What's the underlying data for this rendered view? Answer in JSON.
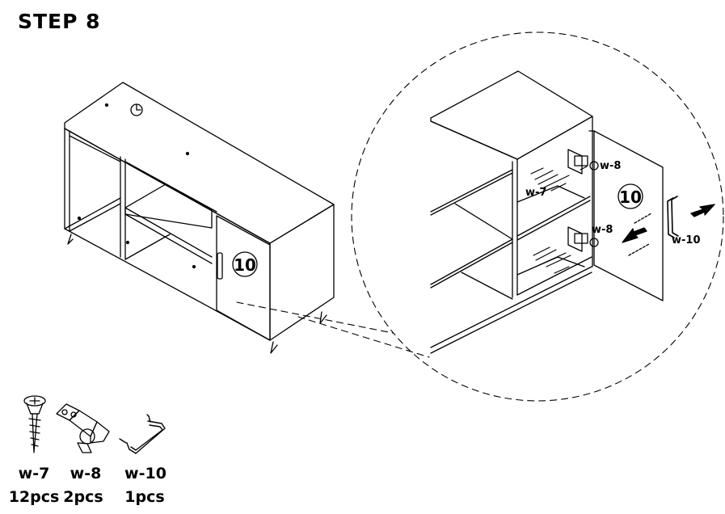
{
  "step": {
    "title": "STEP 8"
  },
  "main_view": {
    "panel_number": "10"
  },
  "detail_view": {
    "panel_number": "10",
    "callouts": {
      "hinge_upper": "w-8",
      "screws_upper": "w-7",
      "hinge_lower": "w-8",
      "handle": "w-10"
    }
  },
  "parts": [
    {
      "code": "w-7",
      "quantity": "12pcs",
      "icon": "screw-icon"
    },
    {
      "code": "w-8",
      "quantity": "2pcs",
      "icon": "hinge-icon"
    },
    {
      "code": "w-10",
      "quantity": "1pcs",
      "icon": "handle-icon"
    }
  ],
  "colors": {
    "line": "#000000",
    "background": "#ffffff"
  }
}
